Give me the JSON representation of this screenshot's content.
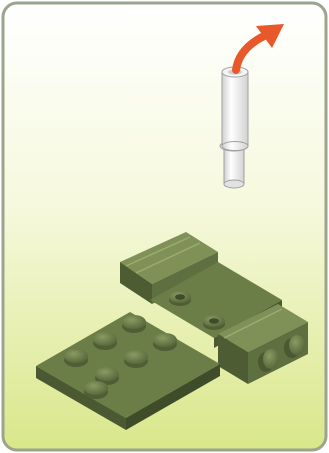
{
  "step": {
    "panel_top_color": "#ffffff",
    "panel_bottom_color": "#dce98f",
    "frame_color": "#9ba48c",
    "brick_color": "#5a6b3e",
    "brick_shade_color": "#3f4c2a",
    "brick_light_color": "#7f9157",
    "pin_color": "#f4f4f4",
    "arrow_color": "#e8582a",
    "parts": [
      {
        "name": "white-pin",
        "icon": "pin-icon"
      },
      {
        "name": "removal-arrow",
        "icon": "arrow-up-right-icon"
      },
      {
        "name": "olive-plate-assembly",
        "icon": "brick-assembly-icon"
      }
    ]
  }
}
